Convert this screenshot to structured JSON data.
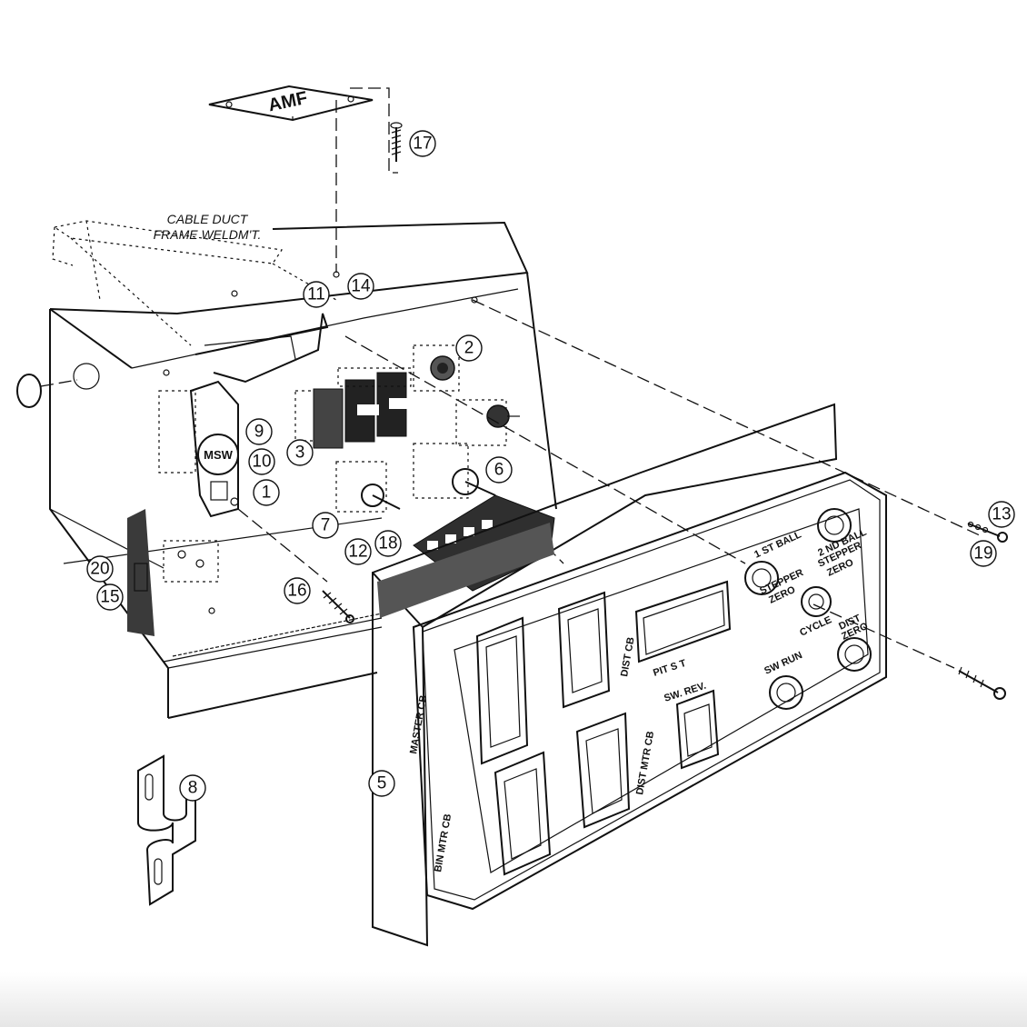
{
  "labels": {
    "nameplate": "AMF",
    "cable_duct_line1": "CABLE DUCT",
    "cable_duct_line2": "FRAME WELDM'T.",
    "master_cb": "MASTER CB",
    "dist_cb": "DIST CB",
    "dist_mtr_cb": "DIST MTR CB",
    "bin_mtr_cb": "BIN MTR CB",
    "sw_rev": "SW. REV.",
    "pit_s_t": "PIT  S  T",
    "sw_run": "SW RUN",
    "first_ball_l1": "1 ST BALL",
    "first_ball_l2": "STEPPER",
    "first_ball_l3": "ZERO",
    "second_ball_l1": "2 ND BALL",
    "second_ball_l2": "STEPPER",
    "second_ball_l3": "ZERO",
    "cycle": "CYCLE",
    "dist_zero_l1": "DIST",
    "dist_zero_l2": "ZERO",
    "msw": "MSW"
  },
  "callouts": [
    "1",
    "2",
    "3",
    "5",
    "6",
    "7",
    "8",
    "9",
    "10",
    "11",
    "12",
    "13",
    "14",
    "15",
    "16",
    "17",
    "18",
    "19",
    "20"
  ]
}
